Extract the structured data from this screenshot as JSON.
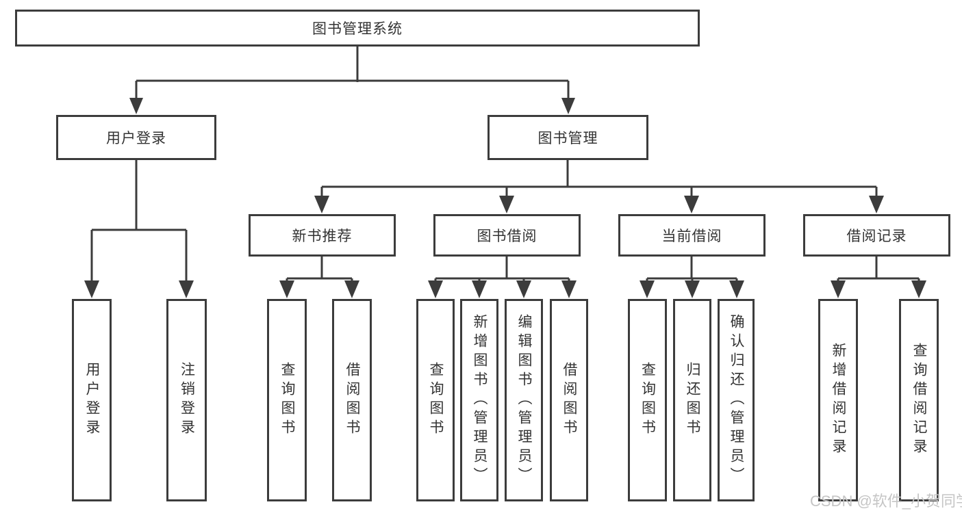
{
  "colors": {
    "line": "#3c3c3c",
    "text": "#333333",
    "background": "#ffffff",
    "watermark_text": "#c5c5c5"
  },
  "diagram": {
    "type": "hierarchy-tree",
    "root": "图书管理系统",
    "level2": [
      "用户登录",
      "图书管理"
    ],
    "level3": [
      "新书推荐",
      "图书借阅",
      "当前借阅",
      "借阅记录"
    ],
    "leaves_login": [
      "用户登录",
      "注销登录"
    ],
    "leaves_newbook": [
      "查询图书",
      "借阅图书"
    ],
    "leaves_borrow": [
      "查询图书",
      "新增图书（管理员）",
      "编辑图书（管理员）",
      "借阅图书"
    ],
    "leaves_current": [
      "查询图书",
      "归还图书",
      "确认归还（管理员）"
    ],
    "leaves_records": [
      "新增借阅记录",
      "查询借阅记录"
    ]
  },
  "watermark": "CSDN @软件_小贺同学"
}
